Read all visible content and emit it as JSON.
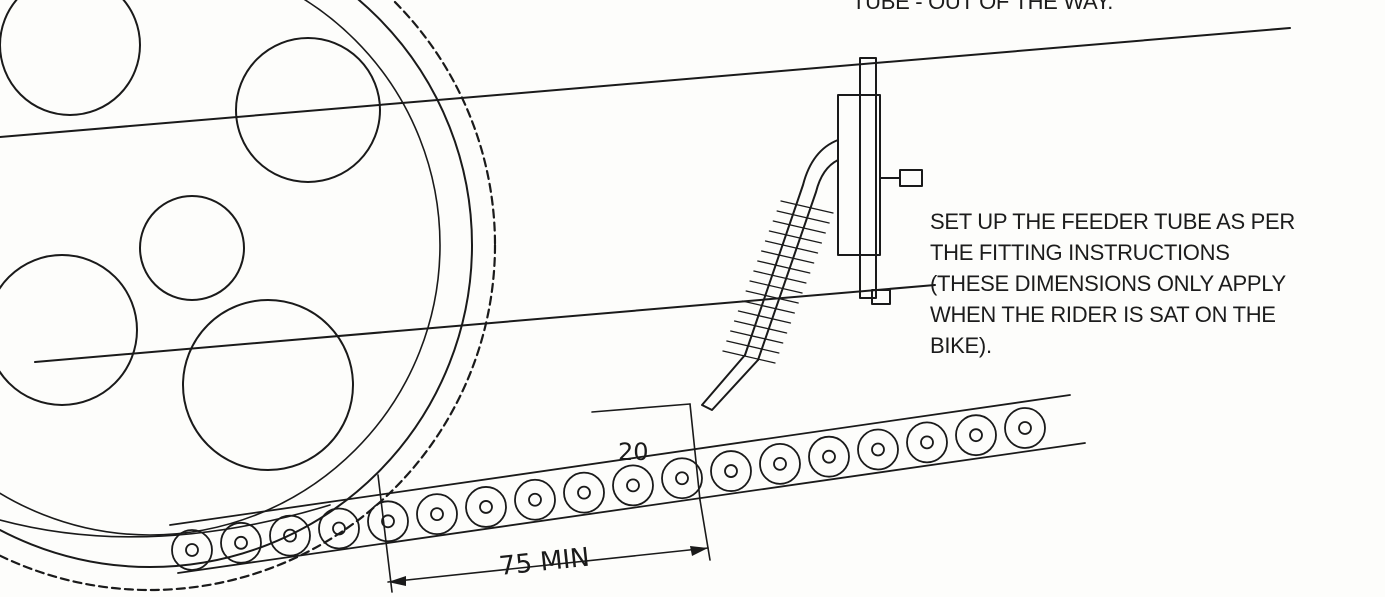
{
  "captions": {
    "top": "TUBE - OUT OF THE WAY.",
    "right": [
      "SET UP THE FEEDER TUBE AS PER",
      "THE FITTING INSTRUCTIONS",
      "(THESE DIMENSIONS ONLY APPLY",
      "WHEN THE RIDER IS SAT ON THE",
      "BIKE)."
    ]
  },
  "dimensions": {
    "gap_label": "20",
    "length_label": "75 MIN"
  },
  "colors": {
    "ink": "#1a1a1a",
    "paper": "#fdfdfb"
  }
}
